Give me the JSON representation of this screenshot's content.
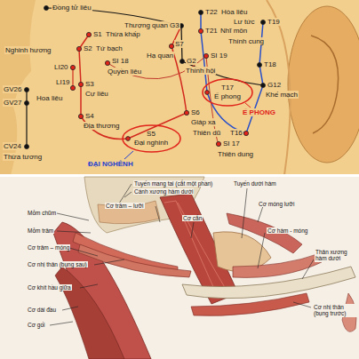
{
  "diagram": {
    "nodes": [
      {
        "text": [
          "T17",
          "Ế phong"
        ]
      },
      {
        "text": [
          "S5",
          "Đại nghinh"
        ]
      }
    ],
    "labels": [
      "Đồng tử liêu",
      "Thượng quan",
      "G3",
      "T22",
      "Hòa liêu",
      "Lư tức",
      "T19",
      "T21",
      "Nhĩ môn",
      "Thính cung",
      "S1",
      "Thừa khấp",
      "Nghinh hương",
      "S2",
      "Tứ bạch",
      "S7",
      "Hạ quan",
      "G2",
      "Thính hội",
      "SI 19",
      "T18",
      "LI20",
      "SI 18",
      "Quyền liêu",
      "GV26",
      "LI19",
      "S3",
      "Cự liêu",
      "Hoa liêu",
      "GV27",
      "G12",
      "Khế mạch",
      "Ế PHONG",
      "S4",
      "Địa thương",
      "S6",
      "Giáp xa",
      "Thiên dũ",
      "T16",
      "SI 17",
      "Thiên dung",
      "CV24",
      "Thừa tương",
      "ĐẠI NGHÊNH",
      "Tuyến mang tai (cắt một phần)",
      "Cánh xương hàm dưới",
      "Tuyến dưới hàm",
      "Cơ trâm – lưỡi",
      "Cơ móng lưỡi",
      "Mỏm chũm",
      "Cơ cắn",
      "Mỏm trâm",
      "Cơ hàm - móng",
      "Cơ trâm – móng",
      "Cơ nhị thân (bụng sau)",
      "Thân xương hàm dưới",
      "Cơ khít hầu giữa",
      "Cơ nhị thân (bụng trước)",
      "Cơ dài đầu",
      "Cơ gối"
    ]
  }
}
